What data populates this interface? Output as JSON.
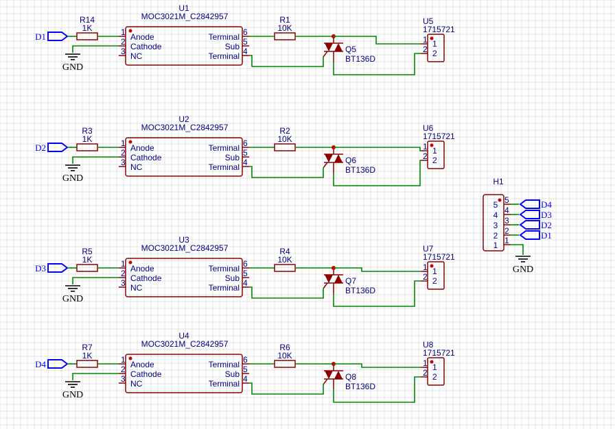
{
  "colors": {
    "background": "#ffffff",
    "grid": "#e3e3e3",
    "wire": "#008800",
    "part": "#8b0000",
    "label": "#000080",
    "netport": "#0000ff",
    "junction": "#cc0000",
    "ground": "#000000"
  },
  "channels": [
    {
      "net": "D1",
      "gnd": "GND",
      "resistor_in": {
        "ref": "R14",
        "value": "1K"
      },
      "opto": {
        "ref": "U1",
        "value": "MOC3021M_C2842957",
        "left_pins": [
          {
            "num": "1",
            "name": "Anode"
          },
          {
            "num": "2",
            "name": "Cathode"
          },
          {
            "num": "3",
            "name": "NC"
          }
        ],
        "right_pins": [
          {
            "num": "6",
            "name": "Terminal"
          },
          {
            "num": "5",
            "name": "Sub"
          },
          {
            "num": "4",
            "name": "Terminal"
          }
        ]
      },
      "resistor_out": {
        "ref": "R1",
        "value": "10K"
      },
      "triac": {
        "ref": "Q5",
        "value": "BT136D"
      },
      "connector": {
        "ref": "U5",
        "value": "1715721",
        "pins": [
          "1",
          "2"
        ]
      }
    },
    {
      "net": "D2",
      "gnd": "GND",
      "resistor_in": {
        "ref": "R3",
        "value": "1K"
      },
      "opto": {
        "ref": "U2",
        "value": "MOC3021M_C2842957",
        "left_pins": [
          {
            "num": "1",
            "name": "Anode"
          },
          {
            "num": "2",
            "name": "Cathode"
          },
          {
            "num": "3",
            "name": "NC"
          }
        ],
        "right_pins": [
          {
            "num": "6",
            "name": "Terminal"
          },
          {
            "num": "5",
            "name": "Sub"
          },
          {
            "num": "4",
            "name": "Terminal"
          }
        ]
      },
      "resistor_out": {
        "ref": "R2",
        "value": "10K"
      },
      "triac": {
        "ref": "Q6",
        "value": "BT136D"
      },
      "connector": {
        "ref": "U6",
        "value": "1715721",
        "pins": [
          "1",
          "2"
        ]
      }
    },
    {
      "net": "D3",
      "gnd": "GND",
      "resistor_in": {
        "ref": "R5",
        "value": "1K"
      },
      "opto": {
        "ref": "U3",
        "value": "MOC3021M_C2842957",
        "left_pins": [
          {
            "num": "1",
            "name": "Anode"
          },
          {
            "num": "2",
            "name": "Cathode"
          },
          {
            "num": "3",
            "name": "NC"
          }
        ],
        "right_pins": [
          {
            "num": "6",
            "name": "Terminal"
          },
          {
            "num": "5",
            "name": "Sub"
          },
          {
            "num": "4",
            "name": "Terminal"
          }
        ]
      },
      "resistor_out": {
        "ref": "R4",
        "value": "10K"
      },
      "triac": {
        "ref": "Q7",
        "value": "BT136D"
      },
      "connector": {
        "ref": "U7",
        "value": "1715721",
        "pins": [
          "1",
          "2"
        ]
      }
    },
    {
      "net": "D4",
      "gnd": "GND",
      "resistor_in": {
        "ref": "R7",
        "value": "1K"
      },
      "opto": {
        "ref": "U4",
        "value": "MOC3021M_C2842957",
        "left_pins": [
          {
            "num": "1",
            "name": "Anode"
          },
          {
            "num": "2",
            "name": "Cathode"
          },
          {
            "num": "3",
            "name": "NC"
          }
        ],
        "right_pins": [
          {
            "num": "6",
            "name": "Terminal"
          },
          {
            "num": "5",
            "name": "Sub"
          },
          {
            "num": "4",
            "name": "Terminal"
          }
        ]
      },
      "resistor_out": {
        "ref": "R6",
        "value": "10K"
      },
      "triac": {
        "ref": "Q8",
        "value": "BT136D"
      },
      "connector": {
        "ref": "U8",
        "value": "1715721",
        "pins": [
          "1",
          "2"
        ]
      }
    }
  ],
  "header": {
    "ref": "H1",
    "pins": [
      "5",
      "4",
      "3",
      "2",
      "1"
    ],
    "nets": [
      "D4",
      "D3",
      "D2",
      "D1"
    ],
    "gnd": "GND"
  }
}
